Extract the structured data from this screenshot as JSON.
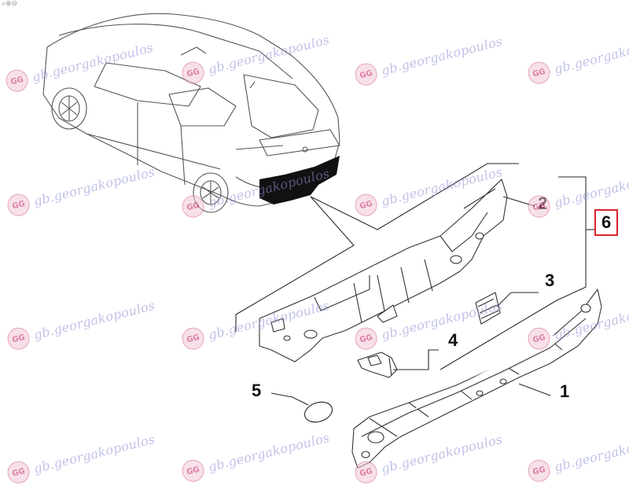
{
  "diagram": {
    "callouts": {
      "part1": "1",
      "part2": "2",
      "part3": "3",
      "part4": "4",
      "part5": "5",
      "assembly": "6"
    },
    "zoom_icons": "⌕⊕⊖"
  },
  "watermark": {
    "text": "gb.georgakopoulos",
    "logo_text": "GG",
    "color": "#8e8fd8",
    "logo_color": "#c2185b"
  },
  "colors": {
    "line": "#2a2a2a",
    "highlight_box": "#d9242b",
    "car_outline": "#555555",
    "highlighted_panel": "#111111"
  }
}
